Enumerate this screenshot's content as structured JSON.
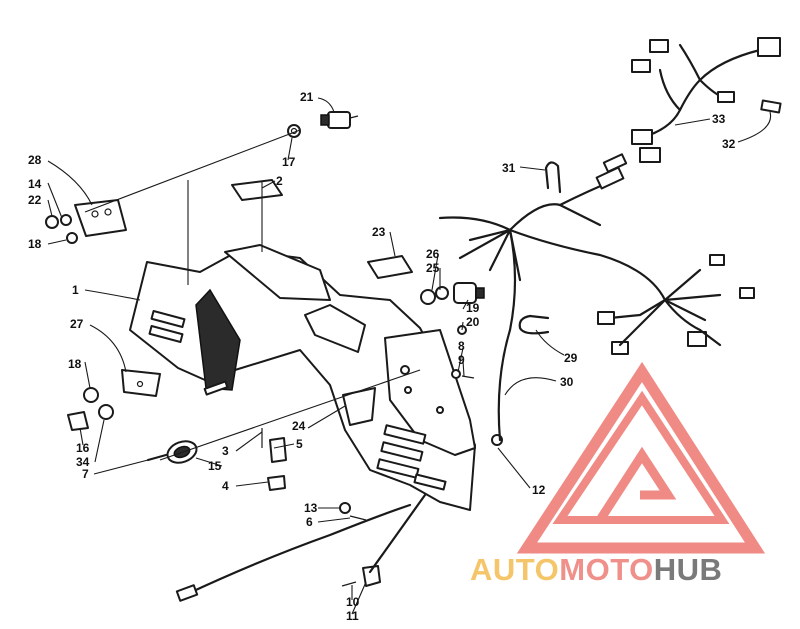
{
  "labels": {
    "l1": "1",
    "l2": "2",
    "l3": "3",
    "l4": "4",
    "l5": "5",
    "l6": "6",
    "l7": "7",
    "l8": "8",
    "l9": "9",
    "l10": "10",
    "l11": "11",
    "l12": "12",
    "l13": "13",
    "l14": "14",
    "l15": "15",
    "l16": "16",
    "l17": "17",
    "l18a": "18",
    "l18b": "18",
    "l19": "19",
    "l20": "20",
    "l21": "21",
    "l22": "22",
    "l23": "23",
    "l24": "24",
    "l25": "25",
    "l26": "26",
    "l27": "27",
    "l28": "28",
    "l29": "29",
    "l30": "30",
    "l31": "31",
    "l32": "32",
    "l33": "33",
    "l34": "34"
  },
  "watermark": {
    "part1": "AUTO",
    "part2": "MOTO",
    "part3": "HUB",
    "colors": {
      "auto": "#f5c56a",
      "moto": "#f0908a",
      "hub": "#7a7a7a",
      "logo": "#f08a84"
    }
  }
}
